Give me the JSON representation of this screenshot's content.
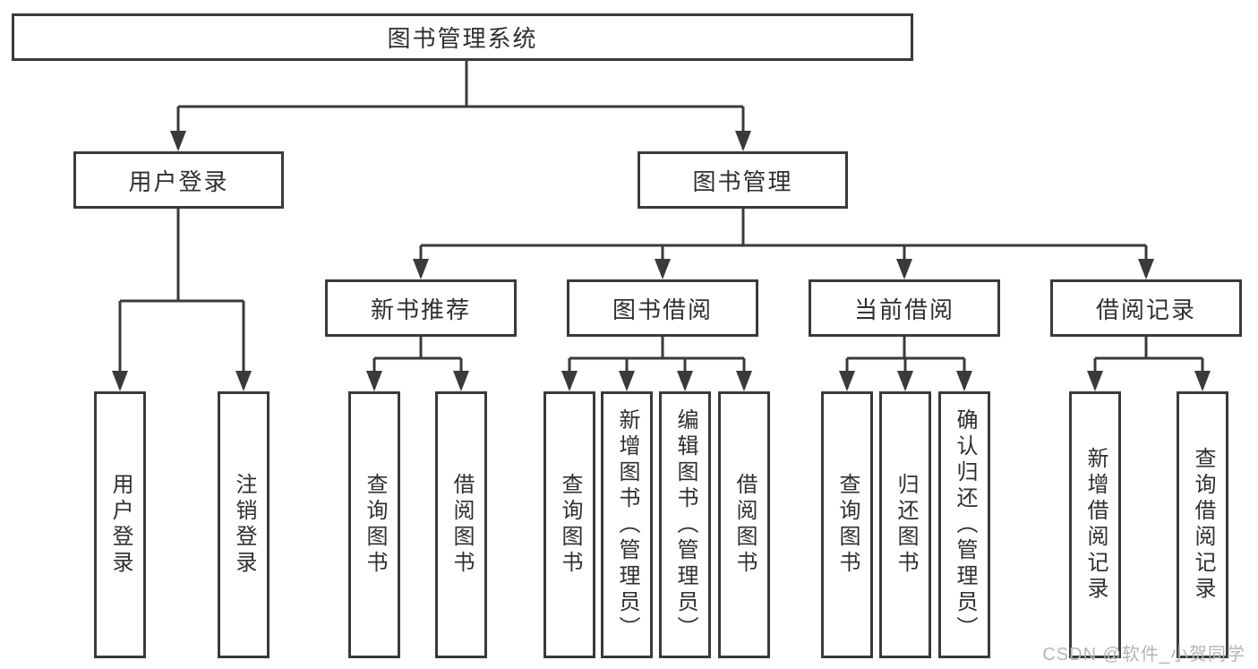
{
  "colors": {
    "line": "#3a3a3a",
    "box_border": "#3a3a3a",
    "text": "#2f2f2f",
    "watermark": "#b5b5b5",
    "background": "#ffffff"
  },
  "watermark": {
    "text": "CSDN @软件_小贺同学"
  },
  "tree": {
    "root": {
      "label": "图书管理系统"
    },
    "children": [
      {
        "label": "用户登录",
        "children": [
          {
            "label": "用户登录"
          },
          {
            "label": "注销登录"
          }
        ]
      },
      {
        "label": "图书管理",
        "children": [
          {
            "label": "新书推荐",
            "children": [
              {
                "label": "查询图书"
              },
              {
                "label": "借阅图书"
              }
            ]
          },
          {
            "label": "图书借阅",
            "children": [
              {
                "label": "查询图书"
              },
              {
                "label": "新增图书（管理员）"
              },
              {
                "label": "编辑图书（管理员）"
              },
              {
                "label": "借阅图书"
              }
            ]
          },
          {
            "label": "当前借阅",
            "children": [
              {
                "label": "查询图书"
              },
              {
                "label": "归还图书"
              },
              {
                "label": "确认归还（管理员）"
              }
            ]
          },
          {
            "label": "借阅记录",
            "children": [
              {
                "label": "新增借阅记录"
              },
              {
                "label": "查询借阅记录"
              }
            ]
          }
        ]
      }
    ]
  }
}
